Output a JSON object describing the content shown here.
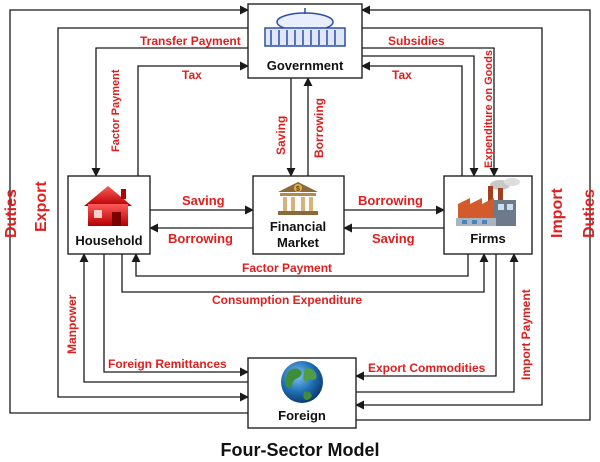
{
  "title": "Four-Sector Model",
  "colors": {
    "label": "#e01e1e",
    "line": "#1a1a1a",
    "text": "#111111"
  },
  "nodes": {
    "government": {
      "label": "Government",
      "icon": "parliament-building-icon"
    },
    "household": {
      "label": "Household",
      "icon": "house-icon"
    },
    "financial_market": {
      "label_line1": "Financial",
      "label_line2": "Market",
      "icon": "bank-icon"
    },
    "firms": {
      "label": "Firms",
      "icon": "factory-icon"
    },
    "foreign": {
      "label": "Foreign",
      "icon": "globe-icon"
    }
  },
  "flows": {
    "transfer_payment": "Transfer Payment",
    "subsidies": "Subsidies",
    "tax_household": "Tax",
    "tax_firms": "Tax",
    "factor_payment_gov": "Factor Payment",
    "expenditure_on_goods": "Expenditure on Goods",
    "saving_gov": "Saving",
    "borrowing_gov": "Borrowing",
    "saving_household": "Saving",
    "borrowing_household": "Borrowing",
    "borrowing_firms": "Borrowing",
    "saving_firms": "Saving",
    "factor_payment": "Factor Payment",
    "consumption_expenditure": "Consumption Expenditure",
    "duties_left": "Duties",
    "export": "Export",
    "import": "Import",
    "duties_right": "Duties",
    "manpower": "Manpower",
    "import_payment": "Import Payment",
    "foreign_remittances": "Foreign Remittances",
    "export_commodities": "Export Commodities"
  }
}
